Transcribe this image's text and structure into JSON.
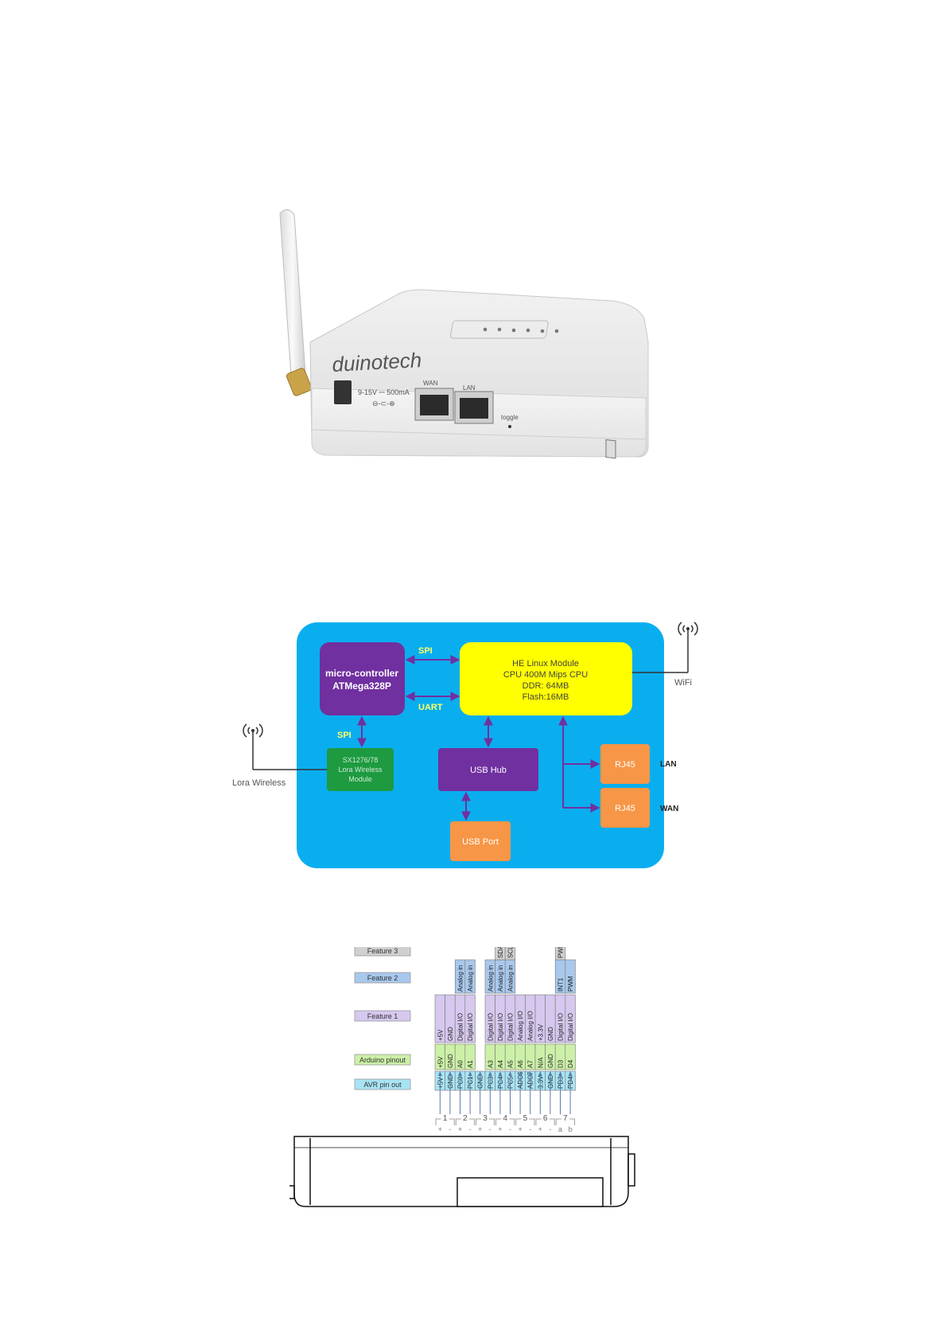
{
  "product": {
    "brand": "duinotech",
    "power_label": "9-15V ⎓ 500mA",
    "wan_label": "WAN",
    "lan_label": "LAN",
    "toggle_label": "toggle"
  },
  "block_diagram": {
    "micro_controller": {
      "line1": "micro-controller",
      "line2": "ATMega328P"
    },
    "linux_module": {
      "line1": "HE Linux Module",
      "line2": "CPU 400M Mips CPU",
      "line3": "DDR: 64MB",
      "line4": "Flash:16MB"
    },
    "lora_module": {
      "line1": "SX1276/78",
      "line2": "Lora Wireless",
      "line3": "Module"
    },
    "usb_hub": "USB Hub",
    "usb_port": "USB Port",
    "rj45_lan": "RJ45",
    "rj45_wan": "RJ45",
    "lan_label": "LAN",
    "wan_label": "WAN",
    "wifi_label": "WiFi",
    "lora_label": "Lora Wireless",
    "spi_top": "SPI",
    "uart": "UART",
    "spi_left": "SPI",
    "colors": {
      "background": "#0aaeef",
      "purple": "#7030a0",
      "yellow": "#ffff00",
      "green": "#1e9a40",
      "orange": "#f79646",
      "arrow": "#7030a0"
    }
  },
  "pinout": {
    "legend": [
      "Feature 3",
      "Feature 2",
      "Feature 1",
      "Arduino pinout",
      "AVR pin out"
    ],
    "legend_colors": [
      "#d0d0d0",
      "#a8c8ec",
      "#d6c8ee",
      "#ccf0a8",
      "#a8e4f4"
    ],
    "columns": [
      {
        "avr": "+5V",
        "arduino": "+5V",
        "f1": "+5V",
        "f2": "",
        "f3": ""
      },
      {
        "avr": "GND",
        "arduino": "GND",
        "f1": "GND",
        "f2": "",
        "f3": ""
      },
      {
        "avr": "PC0",
        "arduino": "A0",
        "f1": "Digital I/O",
        "f2": "Analog in",
        "f3": ""
      },
      {
        "avr": "PC1",
        "arduino": "A1",
        "f1": "Digital I/O",
        "f2": "Analog in",
        "f3": ""
      },
      {
        "avr": "GND",
        "arduino": "",
        "f1": "",
        "f2": "",
        "f3": ""
      },
      {
        "avr": "PC3",
        "arduino": "A3",
        "f1": "Digital I/O",
        "f2": "Analog in",
        "f3": ""
      },
      {
        "avr": "PC4",
        "arduino": "A4",
        "f1": "Digital I/O",
        "f2": "Analog in",
        "f3": "SDA"
      },
      {
        "avr": "PC5",
        "arduino": "A5",
        "f1": "Digital I/O",
        "f2": "Analog in",
        "f3": "SCL"
      },
      {
        "avr": "ADC6",
        "arduino": "A6",
        "f1": "Analog I/O",
        "f2": "",
        "f3": ""
      },
      {
        "avr": "ADC7",
        "arduino": "A7",
        "f1": "Analog I/O",
        "f2": "",
        "f3": ""
      },
      {
        "avr": "3.3V",
        "arduino": "N/A",
        "f1": "+3.3V",
        "f2": "",
        "f3": ""
      },
      {
        "avr": "GND",
        "arduino": "GND",
        "f1": "GND",
        "f2": "",
        "f3": ""
      },
      {
        "avr": "PD3",
        "arduino": "D3",
        "f1": "Digital I/O",
        "f2": "INT1",
        "f3": "PWM"
      },
      {
        "avr": "PD4",
        "arduino": "D4",
        "f1": "Digital I/O",
        "f2": "PWM",
        "f3": ""
      }
    ],
    "header_groups": [
      "1",
      "2",
      "3",
      "4",
      "5",
      "6",
      "7"
    ],
    "header_signs": [
      "+",
      "-",
      "+",
      "-",
      "+",
      "-",
      "+",
      "-",
      "+",
      "-",
      "+",
      "-",
      "a",
      "b"
    ]
  }
}
